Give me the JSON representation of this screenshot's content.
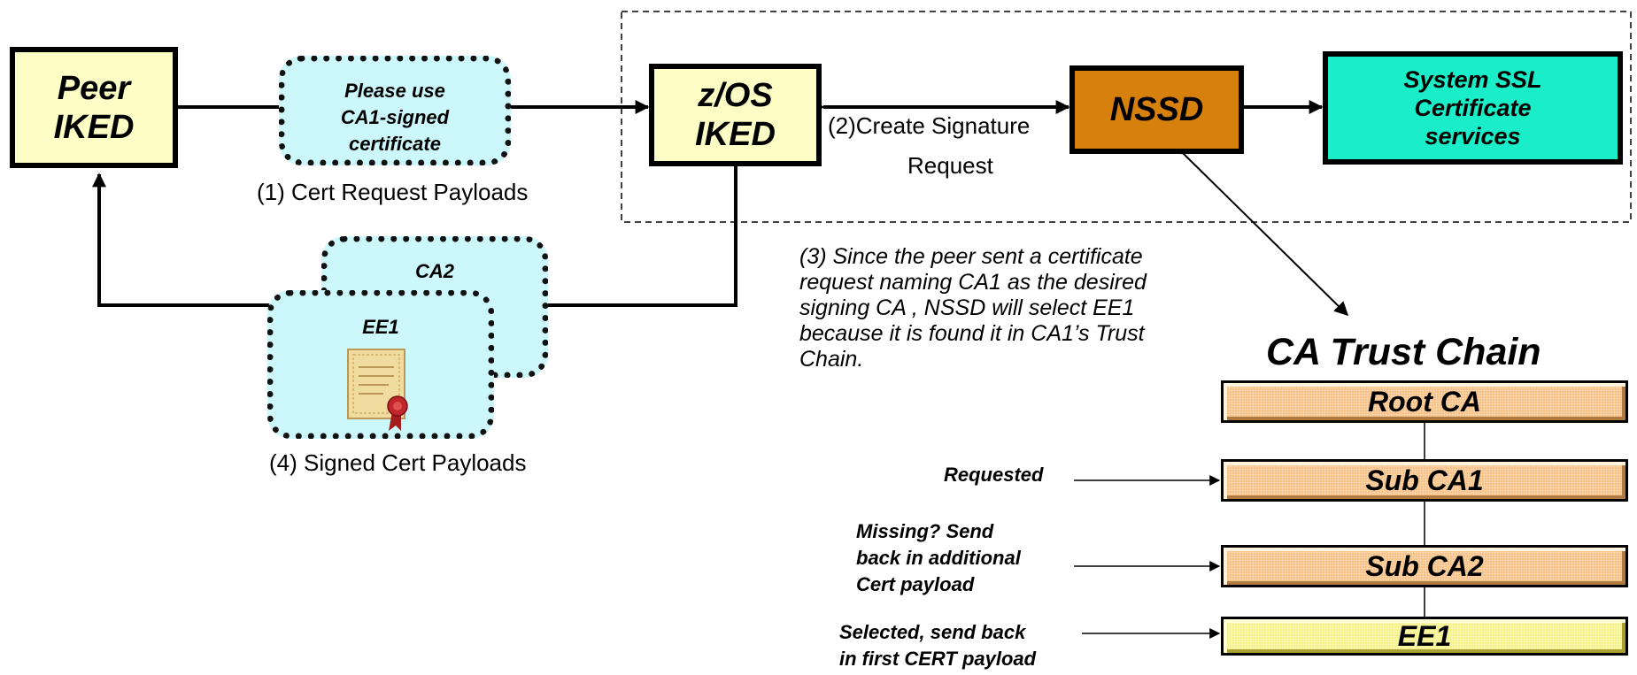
{
  "peer_iked": {
    "line1": "Peer",
    "line2": "IKED"
  },
  "zos_iked": {
    "line1": "z/OS",
    "line2": "IKED"
  },
  "nssd": {
    "label": "NSSD"
  },
  "system_ssl": {
    "line1": "System SSL",
    "line2": "Certificate",
    "line3": "services"
  },
  "cert_request": {
    "bubble_line1": "Please use",
    "bubble_line2": "CA1-signed",
    "bubble_line3": "certificate",
    "caption": "(1) Cert Request Payloads"
  },
  "signature_request": {
    "line1": "(2)Create Signature",
    "line2": "Request"
  },
  "signed_payloads": {
    "card_back": "CA2",
    "card_front": "EE1",
    "caption": "(4) Signed Cert Payloads"
  },
  "explanation": {
    "line1": "(3) Since the peer sent a certificate",
    "line2": "request naming CA1 as the desired",
    "line3": "signing CA , NSSD will select EE1",
    "line4": "because it is found it in CA1’s Trust",
    "line5": "Chain."
  },
  "trust_chain": {
    "title": "CA Trust Chain",
    "items": [
      "Root CA",
      "Sub CA1",
      "Sub CA2",
      "EE1"
    ]
  },
  "annotations": {
    "requested": "Requested",
    "missing_line1": "Missing? Send",
    "missing_line2": "back in additional",
    "missing_line3": "Cert payload",
    "selected_line1": "Selected,  send back",
    "selected_line2": "in first CERT payload"
  },
  "colors": {
    "peer_fill": "#fdfdc6",
    "nssd_fill": "#d6800e",
    "ssl_fill": "#19eec8",
    "bubble_fill": "#ccf7fb",
    "chain_orange": "#f6c287",
    "chain_yellow": "#f5f28a"
  },
  "icons": {
    "certificate": "certificate-ribbon-icon"
  }
}
